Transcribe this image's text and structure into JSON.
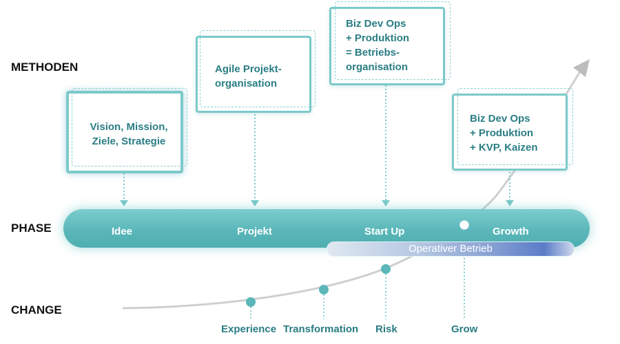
{
  "row_labels": {
    "methoden": "METHODEN",
    "phase": "PHASE",
    "change": "CHANGE"
  },
  "method_boxes": [
    {
      "text": "Vision, Mission,\nZiele, Strategie"
    },
    {
      "text": "Agile Projekt-\norganisation"
    },
    {
      "text": "Biz Dev Ops\n+ Produktion\n= Betriebs-\norganisation"
    },
    {
      "text": "Biz Dev Ops\n+ Produktion\n+ KVP, Kaizen"
    }
  ],
  "phases": [
    "Idee",
    "Projekt",
    "Start Up",
    "Growth"
  ],
  "operativer_betrieb": "Operativer Betrieb",
  "change_points": [
    "Experience",
    "Transformation",
    "Risk",
    "Grow"
  ],
  "colors": {
    "teal_dark": "#2a7d84",
    "teal_border": "#7cc9c9",
    "phase_bar": "#5bb7b9",
    "curve_gray": "#c8c8c8",
    "arrow_head": "#b9b9b9"
  },
  "icons": [
    "down-arrow-icon",
    "growth-arrow-icon"
  ]
}
